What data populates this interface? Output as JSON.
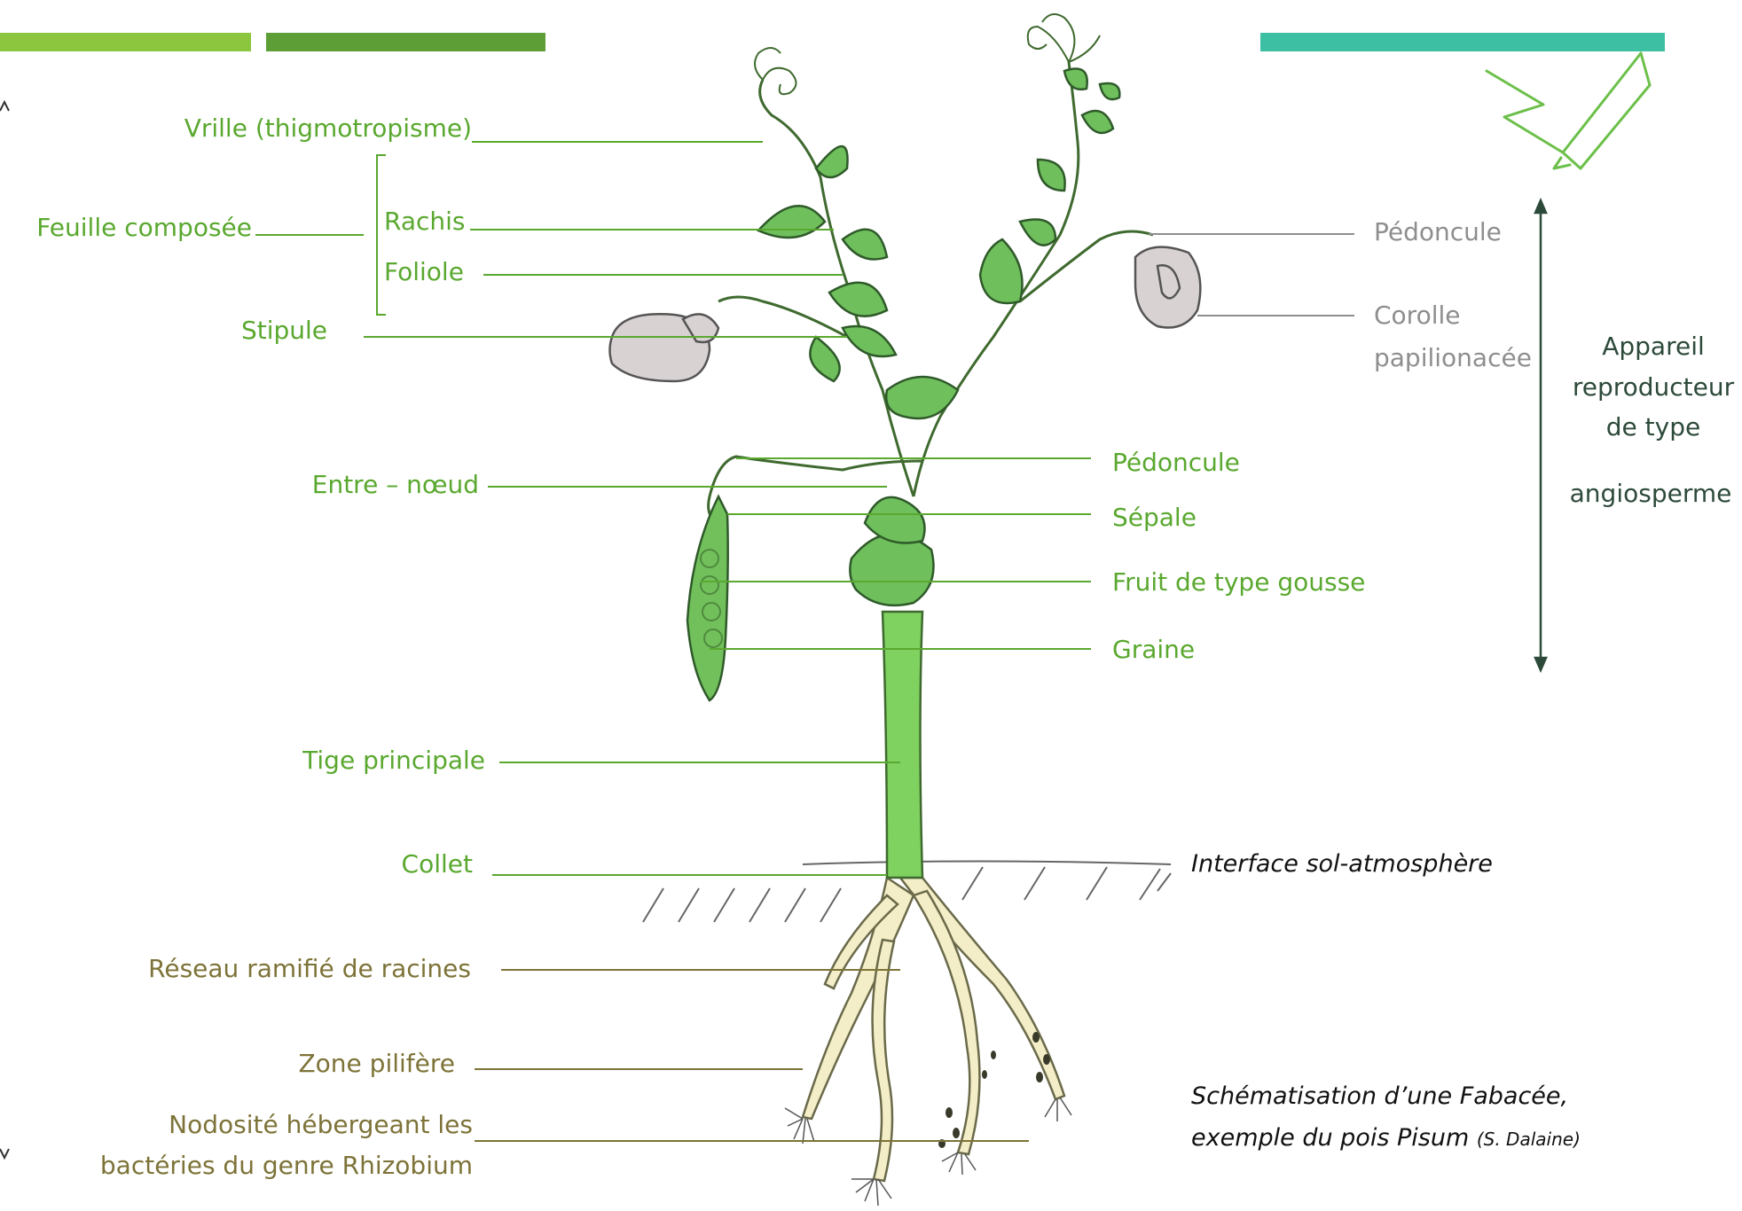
{
  "colors": {
    "bar_light": "#8cc63f",
    "bar_mid": "#5e9e36",
    "bar_teal": "#3dbfa3",
    "label_green": "#5aa82f",
    "label_olive": "#7d7338",
    "label_grey": "#8e8e8e",
    "arrow_dark": "#2d4a3a",
    "leaf_fill": "#6fbf5c",
    "stem_fill": "#7fd160",
    "root_fill": "#f3edc8",
    "flower_fill": "#d9d2d3"
  },
  "labels": {
    "vrille": "Vrille (thigmotropisme)",
    "feuille_composee": "Feuille composée",
    "rachis": "Rachis",
    "foliole": "Foliole",
    "stipule": "Stipule",
    "entre_noeud": "Entre – nœud",
    "pedoncule_fruit": "Pédoncule",
    "sepale": "Sépale",
    "fruit": "Fruit de type gousse",
    "graine": "Graine",
    "tige": "Tige principale",
    "collet": "Collet",
    "interface": "Interface sol-atmosphère",
    "racines": "Réseau ramifié de racines",
    "zone_pilifere": "Zone pilifère",
    "nodosite_l1": "Nodosité hébergeant les",
    "nodosite_l2": "bactéries du genre Rhizobium",
    "pedoncule_fleur": "Pédoncule",
    "corolle_l1": "Corolle",
    "corolle_l2": "papilionacée",
    "appareil_l1": "Appareil",
    "appareil_l2": "reproducteur",
    "appareil_l3": "de type",
    "appareil_l4": "angiosperme"
  },
  "caption": {
    "line1": "Schématisation d’une Fabacée,",
    "line2_main": "exemple du pois Pisum",
    "line2_credit": "(S. Dalaine)"
  },
  "icons": {
    "corner": "pencil-check-icon"
  }
}
